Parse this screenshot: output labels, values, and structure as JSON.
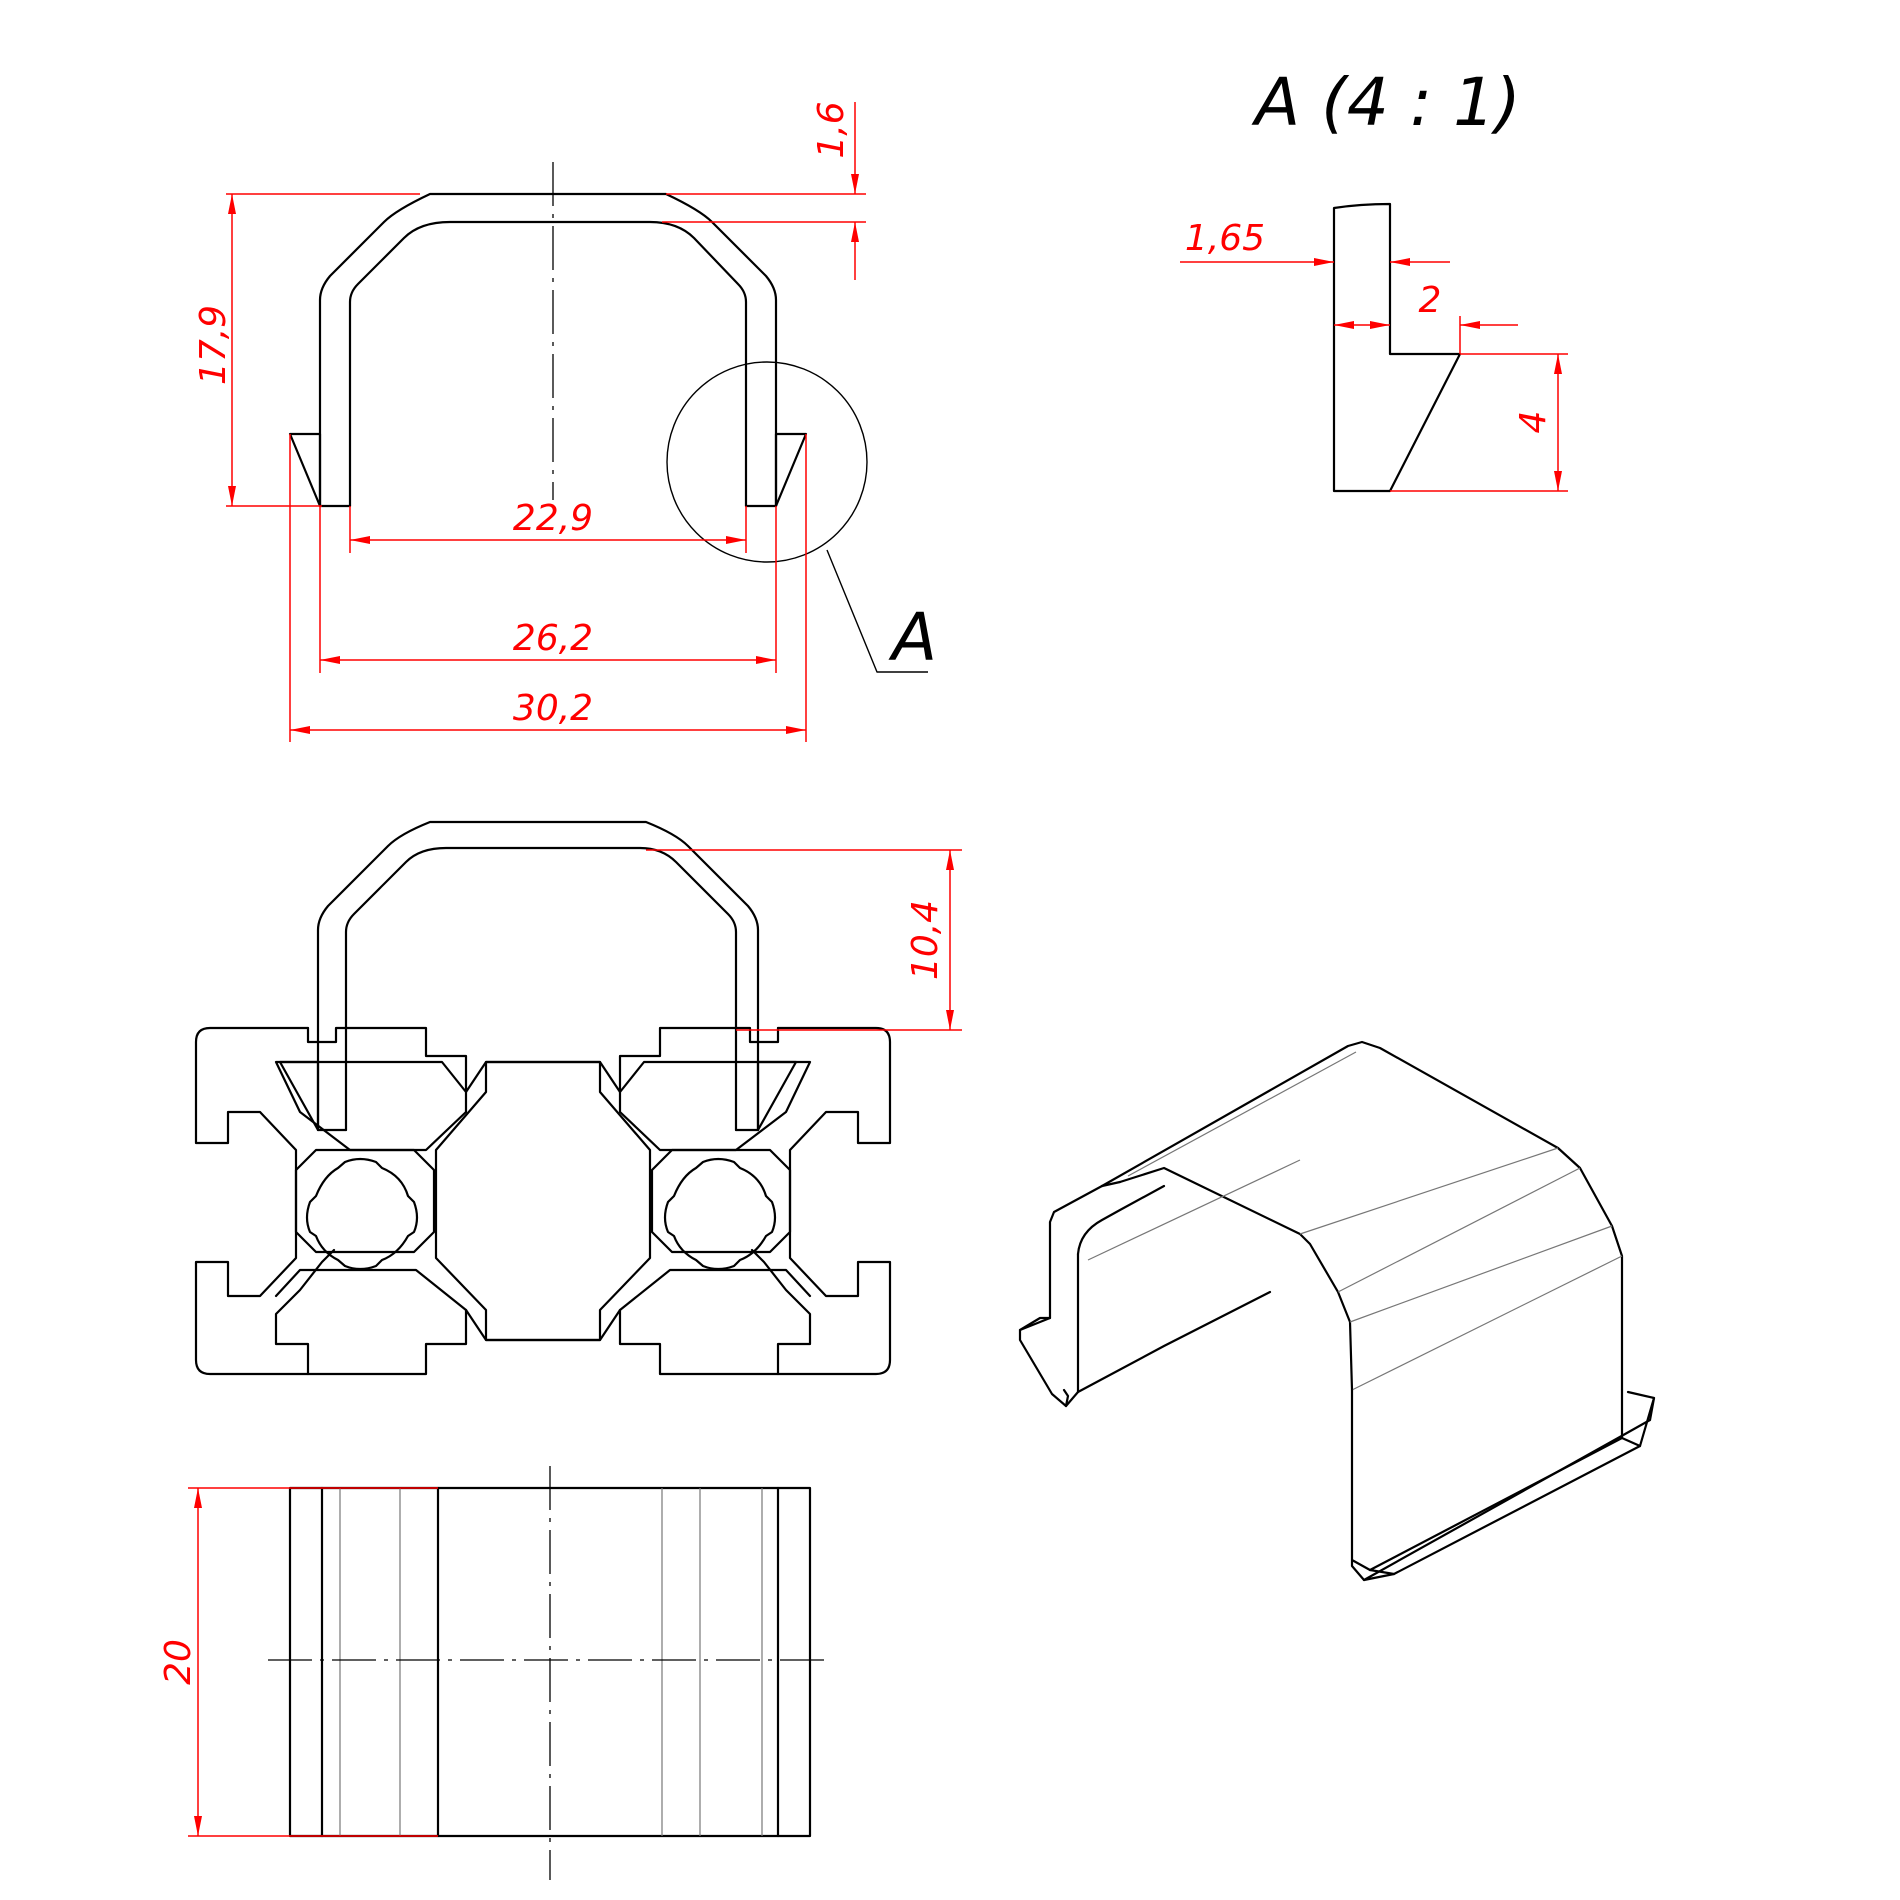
{
  "detail": {
    "title": "A (4 : 1)",
    "callout_label": "A"
  },
  "dimensions": {
    "d_1_6": "1,6",
    "d_17_9": "17,9",
    "d_22_9": "22,9",
    "d_26_2": "26,2",
    "d_30_2": "30,2",
    "d_10_4": "10,4",
    "d_20": "20",
    "d_1_65": "1,65",
    "d_2": "2",
    "d_4": "4"
  },
  "colors": {
    "line": "#000000",
    "dimension": "#ff0000",
    "background": "#ffffff"
  }
}
